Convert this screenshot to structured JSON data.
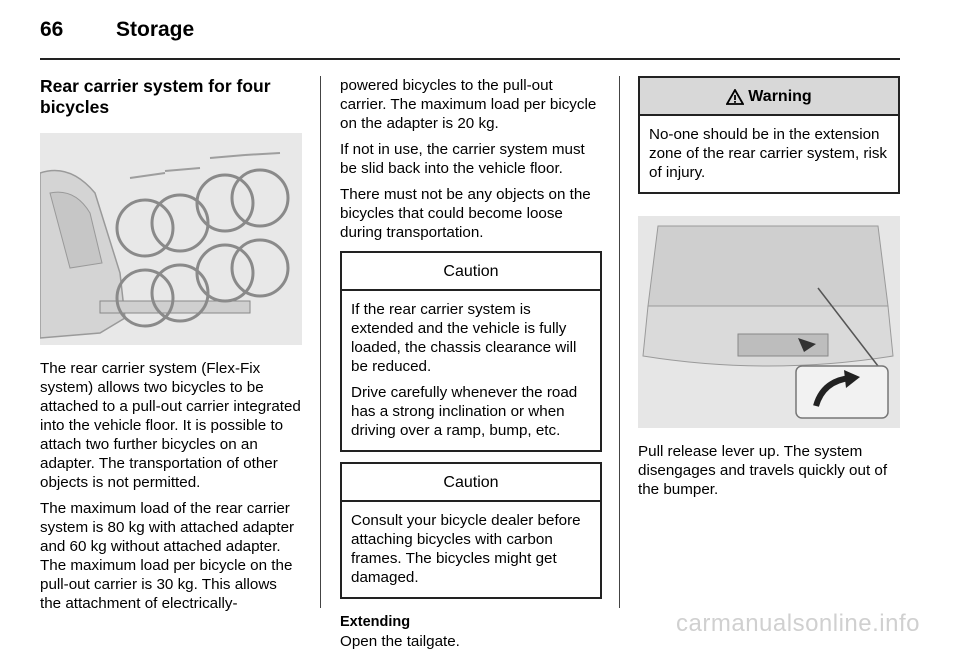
{
  "header": {
    "page_number": "66",
    "section_title": "Storage"
  },
  "column1": {
    "heading": "Rear carrier system for four bicycles",
    "paragraphs": [
      "The rear carrier system (Flex-Fix system) allows two bicycles to be attached to a pull-out carrier integrated into the vehicle floor. It is possible to attach two further bicycles on an adapter. The transportation of other objects is not permitted.",
      "The maximum load of the rear carrier system is 80 kg with attached adapter and 60 kg without attached adapter. The maximum load per bicycle on the pull-out carrier is 30 kg. This allows the attachment of electrically-"
    ]
  },
  "column2": {
    "paragraphs": [
      "powered bicycles to the pull-out carrier. The maximum load per bicycle on the adapter is 20 kg.",
      "If not in use, the carrier system must be slid back into the vehicle floor.",
      "There must not be any objects on the bicycles that could become loose during transportation."
    ],
    "caution1": {
      "title": "Caution",
      "paragraphs": [
        "If the rear carrier system is extended and the vehicle is fully loaded, the chassis clearance will be reduced.",
        "Drive carefully whenever the road has a strong inclination or when driving over a ramp, bump, etc."
      ]
    },
    "caution2": {
      "title": "Caution",
      "paragraphs": [
        "Consult your bicycle dealer before attaching bicycles with carbon frames. The bicycles might get damaged."
      ]
    },
    "subheading": "Extending",
    "instruction": "Open the tailgate."
  },
  "column3": {
    "warning": {
      "icon_symbol": "9",
      "title": "Warning",
      "text": "No-one should be in the extension zone of the rear carrier system, risk of injury."
    },
    "caption": "Pull release lever up. The system disengages and travels quickly out of the bumper."
  },
  "watermark": "carmanualsonline.info"
}
